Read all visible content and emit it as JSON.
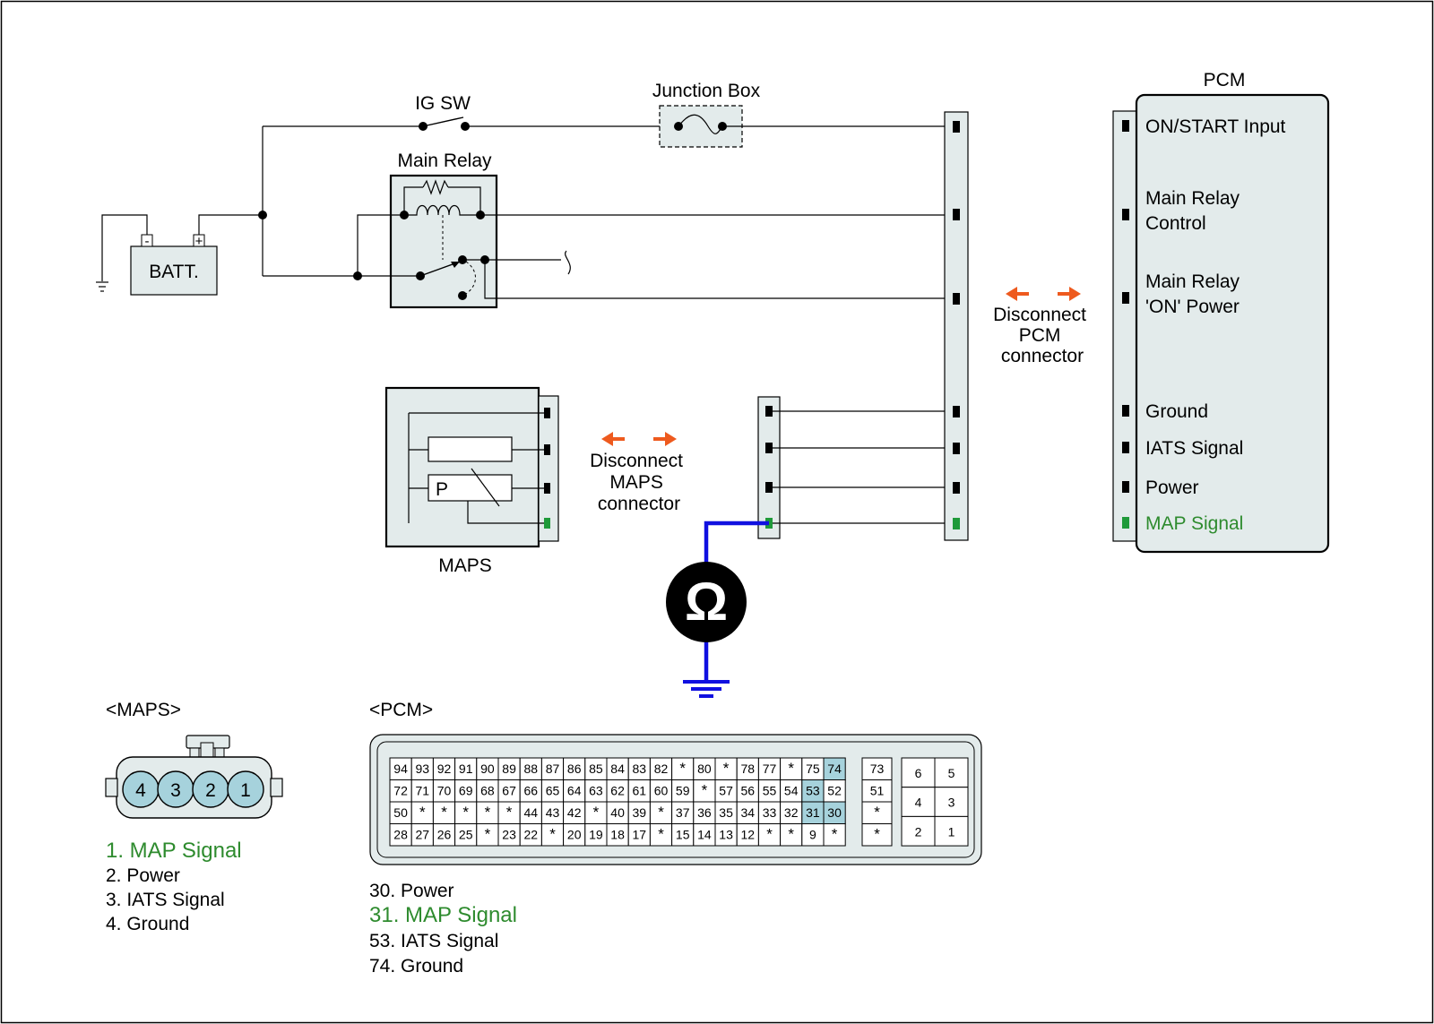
{
  "labels": {
    "ig_sw": "IG SW",
    "junction_box": "Junction Box",
    "main_relay": "Main Relay",
    "batt": "BATT.",
    "batt_minus": "-",
    "batt_plus": "+",
    "maps": "MAPS",
    "maps_p": "P",
    "pcm": "PCM",
    "ohm": "Ω",
    "disconnect_maps": [
      "Disconnect",
      "MAPS",
      "connector"
    ],
    "disconnect_pcm": [
      "Disconnect",
      "PCM",
      "connector"
    ]
  },
  "pcm_pins": [
    {
      "label": [
        "ON/START Input"
      ],
      "highlight": false
    },
    {
      "label": [
        "Main Relay",
        "Control"
      ],
      "highlight": false
    },
    {
      "label": [
        "Main Relay",
        "'ON' Power"
      ],
      "highlight": false
    },
    {
      "label": [
        "Ground"
      ],
      "highlight": false
    },
    {
      "label": [
        "IATS Signal"
      ],
      "highlight": false
    },
    {
      "label": [
        "Power"
      ],
      "highlight": false
    },
    {
      "label": [
        "MAP Signal"
      ],
      "highlight": true
    }
  ],
  "maps_connector": {
    "title": "<MAPS>",
    "pins": [
      "4",
      "3",
      "2",
      "1"
    ],
    "legend": [
      {
        "text": "1. MAP Signal",
        "highlight": true
      },
      {
        "text": "2. Power",
        "highlight": false
      },
      {
        "text": "3. IATS Signal",
        "highlight": false
      },
      {
        "text": "4. Ground",
        "highlight": false
      }
    ]
  },
  "pcm_connector": {
    "title": "<PCM>",
    "rows": [
      [
        "94",
        "93",
        "92",
        "91",
        "90",
        "89",
        "88",
        "87",
        "86",
        "85",
        "84",
        "83",
        "82",
        "*",
        "80",
        "*",
        "78",
        "77",
        "*",
        "75",
        "74"
      ],
      [
        "72",
        "71",
        "70",
        "69",
        "68",
        "67",
        "66",
        "65",
        "64",
        "63",
        "62",
        "61",
        "60",
        "59",
        "*",
        "57",
        "56",
        "55",
        "54",
        "53",
        "52"
      ],
      [
        "50",
        "*",
        "*",
        "*",
        "*",
        "*",
        "44",
        "43",
        "42",
        "*",
        "40",
        "39",
        "*",
        "37",
        "36",
        "35",
        "34",
        "33",
        "32",
        "31",
        "30"
      ],
      [
        "28",
        "27",
        "26",
        "25",
        "*",
        "23",
        "22",
        "*",
        "20",
        "19",
        "18",
        "17",
        "*",
        "15",
        "14",
        "13",
        "12",
        "*",
        "*",
        "9",
        "*"
      ]
    ],
    "highlighted": [
      "74",
      "53",
      "31",
      "30"
    ],
    "side_column": [
      "73",
      "51",
      "*",
      "*"
    ],
    "small_block": [
      [
        "6",
        "5"
      ],
      [
        "4",
        "3"
      ],
      [
        "2",
        "1"
      ]
    ],
    "legend": [
      {
        "text": "30. Power",
        "highlight": false
      },
      {
        "text": "31. MAP Signal",
        "highlight": true
      },
      {
        "text": "53. IATS Signal",
        "highlight": false
      },
      {
        "text": "74. Ground",
        "highlight": false
      }
    ]
  },
  "colors": {
    "highlight_text": "#2e8b2e",
    "highlight_cell": "#a6d2dc",
    "arrow": "#ee5a1e",
    "probe_wire": "#1010e0",
    "connector_fill": "#e3ebeb"
  }
}
